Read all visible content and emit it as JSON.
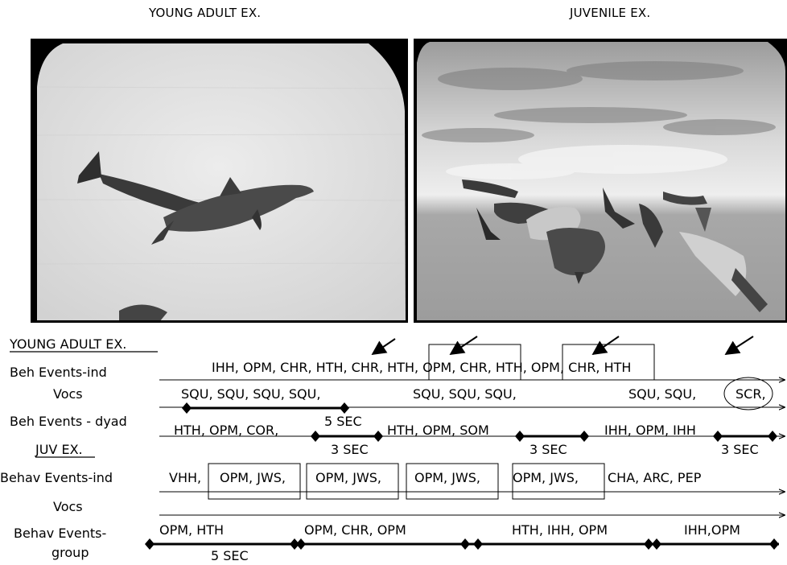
{
  "titles": {
    "left": "YOUNG ADULT EX.",
    "right": "JUVENILE EX."
  },
  "photos": {
    "left": "dolphin-pair-photo",
    "right": "dolphin-group-photo"
  },
  "sections": {
    "young_adult": {
      "heading": "YOUNG ADULT EX.",
      "rows": [
        {
          "label": "Beh Events-ind",
          "text": "IHH, OPM, CHR, HTH, CHR, HTH, OPM, CHR, HTH, OPM,  CHR, HTH"
        },
        {
          "label": "Vocs",
          "segments": [
            "SQU, SQU, SQU, SQU,",
            "SQU, SQU, SQU,",
            "SQU, SQU,",
            "SCR,"
          ]
        },
        {
          "label": "Beh Events - dyad",
          "segments": [
            "HTH, OPM, COR,",
            "HTH, OPM, SOM",
            "IHH, OPM, IHH"
          ],
          "durations": [
            "5 SEC",
            "3 SEC",
            "3 SEC",
            "3 SEC"
          ]
        }
      ]
    },
    "juvenile": {
      "heading": "JUV EX.",
      "rows": [
        {
          "label": "Behav Events-ind",
          "segments": [
            "VHH,",
            "OPM,  JWS,",
            "OPM,  JWS,",
            "OPM,  JWS,",
            "OPM,  JWS,",
            "CHA,  ARC,  PEP"
          ]
        },
        {
          "label": "Vocs"
        },
        {
          "label": "Behav Events- group",
          "segments": [
            "OPM, HTH",
            "OPM, CHR, OPM",
            "HTH, IHH, OPM",
            "IHH,OPM"
          ],
          "durations": [
            "5 SEC"
          ]
        }
      ]
    }
  },
  "colors": {
    "ink": "#000000",
    "background": "#ffffff"
  },
  "icons": [
    "arrow-icon",
    "diamond-marker-icon"
  ]
}
